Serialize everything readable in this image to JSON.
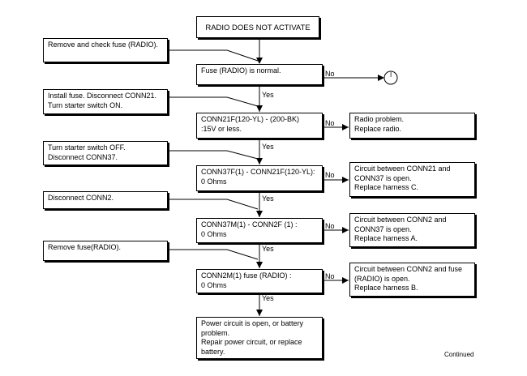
{
  "title": "RADIO DOES NOT ACTIVATE",
  "instructions": [
    [
      "Remove and check fuse (RADIO)."
    ],
    [
      "Install fuse.  Disconnect CONN21.",
      "Turn starter switch ON."
    ],
    [
      "Turn starter switch OFF.",
      "Disconnect CONN37."
    ],
    [
      "Disconnect CONN2."
    ],
    [
      "Remove fuse(RADIO)."
    ]
  ],
  "checks": [
    [
      "Fuse (RADIO) is normal."
    ],
    [
      "CONN21F(120-YL) - (200-BK)",
      ":15V or less."
    ],
    [
      "CONN37F(1) - CONN21F(120-YL):",
      "0 Ohms"
    ],
    [
      "CONN37M(1) - CONN2F (1) :",
      "0 Ohms"
    ],
    [
      "CONN2M(1)  fuse (RADIO) :",
      "0 Ohms"
    ]
  ],
  "results": [
    [
      "Radio problem.",
      "Replace radio."
    ],
    [
      "Circuit between CONN21 and",
      "CONN37 is open.",
      "Replace harness C."
    ],
    [
      "Circuit between CONN2 and",
      "CONN37  is open.",
      "Replace harness A."
    ],
    [
      "Circuit between CONN2 and fuse",
      "(RADIO) is open.",
      "Replace harness B."
    ]
  ],
  "final": [
    "Power circuit is open, or battery",
    "problem.",
    "Repair power circuit, or replace",
    "battery."
  ],
  "labels": {
    "yes": "Yes",
    "no": "No",
    "connector": "I",
    "continued": "Continued"
  }
}
